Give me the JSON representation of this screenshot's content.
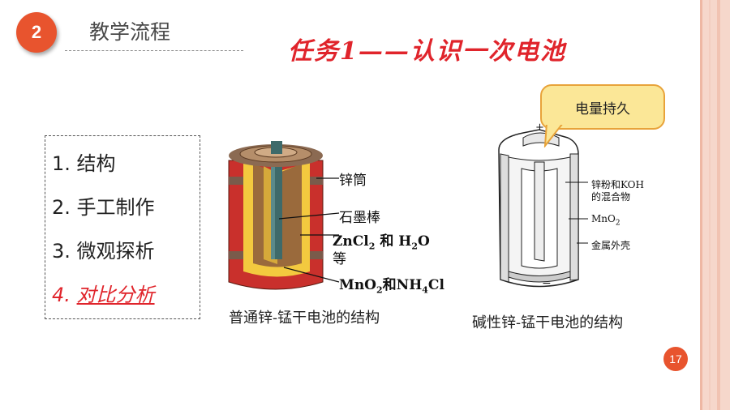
{
  "header": {
    "section_number": "2",
    "section_title": "教学流程",
    "task_title": "任务1——认识一次电池"
  },
  "outline": {
    "items": [
      {
        "label": "1. 结构",
        "active": false
      },
      {
        "label": "2. 手工制作",
        "active": false
      },
      {
        "label": "3. 微观探析",
        "active": false
      },
      {
        "num": "4.",
        "text": "对比分析",
        "active": true
      }
    ]
  },
  "zinc_manganese_figure": {
    "labels": {
      "zinc_can": "锌筒",
      "graphite_rod": "石墨棒",
      "znclz_line1": {
        "a": "ZnCl",
        "sub1": "2",
        "b": " 和 H",
        "sub2": "2",
        "c": "O"
      },
      "znclz_line2": "等",
      "mno2_line": {
        "a": "MnO",
        "sub1": "2",
        "b": "和NH",
        "sub2": "4",
        "c": "Cl"
      }
    },
    "caption": "普通锌-锰干电池的结构"
  },
  "alkaline_figure": {
    "callout": "电量持久",
    "labels": {
      "plus": "+",
      "minus": "−",
      "zinc_koh_line1": "锌粉和KOH",
      "zinc_koh_line2": "的混合物",
      "mno2": {
        "a": "MnO",
        "sub": "2"
      },
      "metal_shell": "金属外壳"
    },
    "caption": "碱性锌-锰干电池的结构"
  },
  "page_number": "17",
  "colors": {
    "accent_red": "#e0242b",
    "badge_orange": "#e8542e",
    "callout_fill": "#fbe797"
  }
}
